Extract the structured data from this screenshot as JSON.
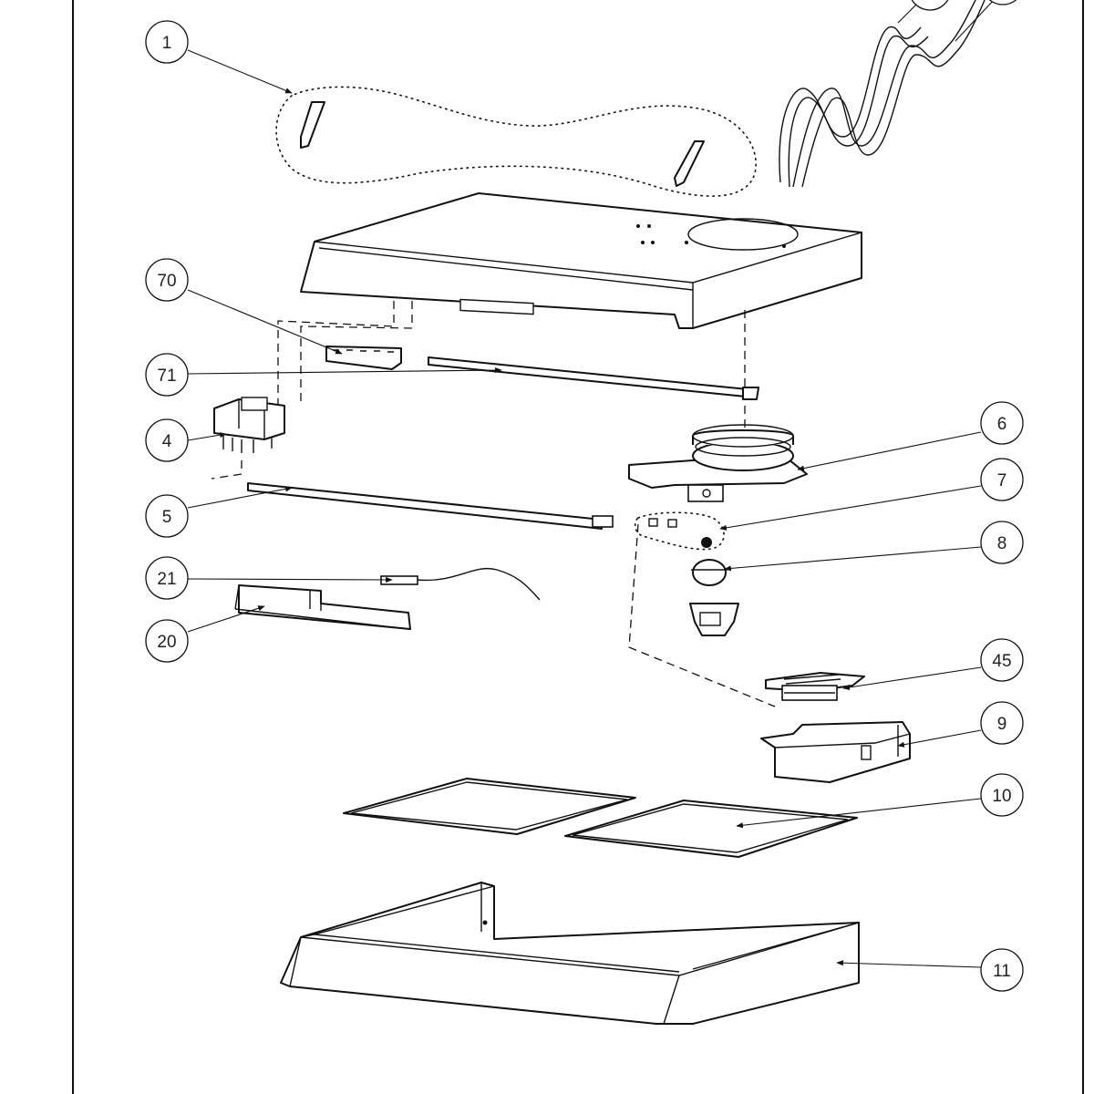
{
  "callouts": [
    {
      "id": "c1",
      "label": "1"
    },
    {
      "id": "c70",
      "label": "70"
    },
    {
      "id": "c71",
      "label": "71"
    },
    {
      "id": "c4",
      "label": "4"
    },
    {
      "id": "c5",
      "label": "5"
    },
    {
      "id": "c21",
      "label": "21"
    },
    {
      "id": "c20",
      "label": "20"
    },
    {
      "id": "c6",
      "label": "6"
    },
    {
      "id": "c7",
      "label": "7"
    },
    {
      "id": "c8",
      "label": "8"
    },
    {
      "id": "c45",
      "label": "45"
    },
    {
      "id": "c9",
      "label": "9"
    },
    {
      "id": "c10",
      "label": "10"
    },
    {
      "id": "c11",
      "label": "11"
    }
  ]
}
